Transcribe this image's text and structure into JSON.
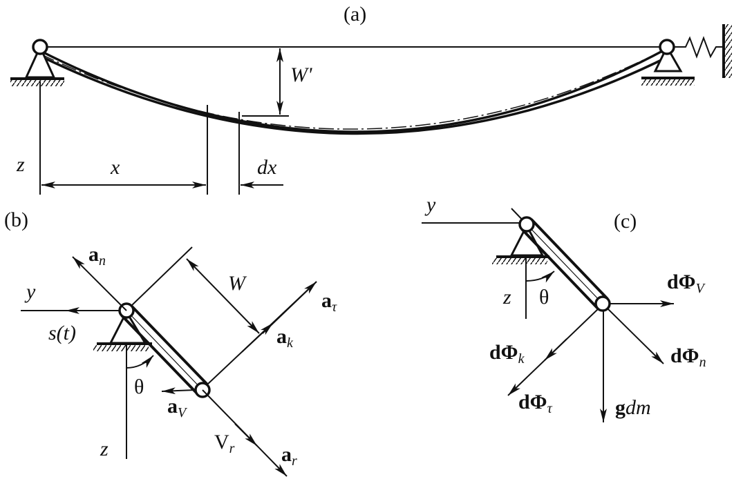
{
  "panels": {
    "a": {
      "title": "(a)",
      "deflection": "W'",
      "axis_z": "z",
      "coord_x": "x",
      "element_dx": "dx"
    },
    "b": {
      "title": "(b)",
      "axis_y": "y",
      "axis_z": "z",
      "displacement": "s(t)",
      "angle": "θ",
      "width": "W",
      "a_n": {
        "main": "a",
        "sub": "n"
      },
      "a_tau": {
        "main": "a",
        "sub": "τ"
      },
      "a_k": {
        "main": "a",
        "sub": "k"
      },
      "a_V": {
        "main": "a",
        "sub": "V"
      },
      "a_r": {
        "main": "a",
        "sub": "r"
      },
      "V_r": {
        "main": "V",
        "sub": "r"
      }
    },
    "c": {
      "title": "(c)",
      "axis_y": "y",
      "axis_z": "z",
      "angle": "θ",
      "dPhi_V": {
        "main": "dΦ",
        "sub": "V"
      },
      "dPhi_k": {
        "main": "dΦ",
        "sub": "k"
      },
      "dPhi_n": {
        "main": "dΦ",
        "sub": "n"
      },
      "dPhi_tau": {
        "main": "dΦ",
        "sub": "τ"
      },
      "gravity": {
        "main": "g",
        "rest": "dm"
      }
    }
  }
}
